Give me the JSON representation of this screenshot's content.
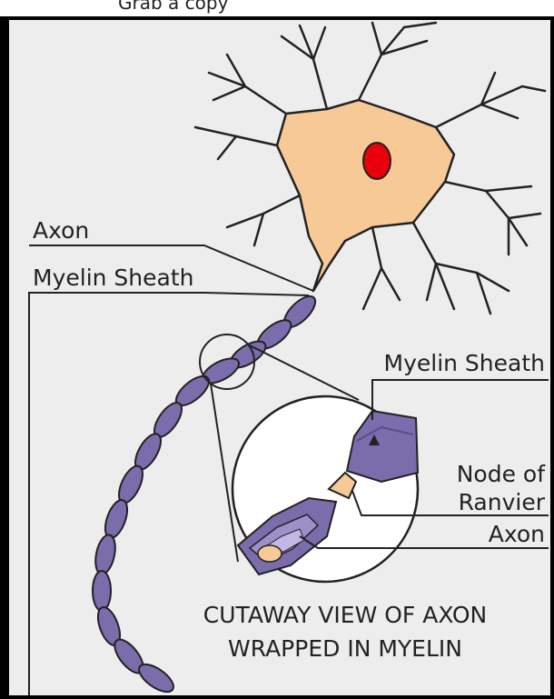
{
  "top_caption": {
    "text": "Grab a copy",
    "link": ""
  },
  "labels": {
    "axon": "Axon",
    "myelin_sheath": "Myelin Sheath",
    "zoom_myelin_sheath": "Myelin Sheath",
    "node_of_ranvier_line1": "Node of",
    "node_of_ranvier_line2": "Ranvier",
    "zoom_axon": "Axon"
  },
  "caption": {
    "line1": "CUTAWAY VIEW OF AXON",
    "line2": "WRAPPED IN MYELIN"
  },
  "colors": {
    "background": "#ededed",
    "cell_body": "#f7c996",
    "nucleus": "#e8000a",
    "myelin": "#7b6cab",
    "myelin_dark": "#5a4d8a",
    "line": "#222222"
  }
}
